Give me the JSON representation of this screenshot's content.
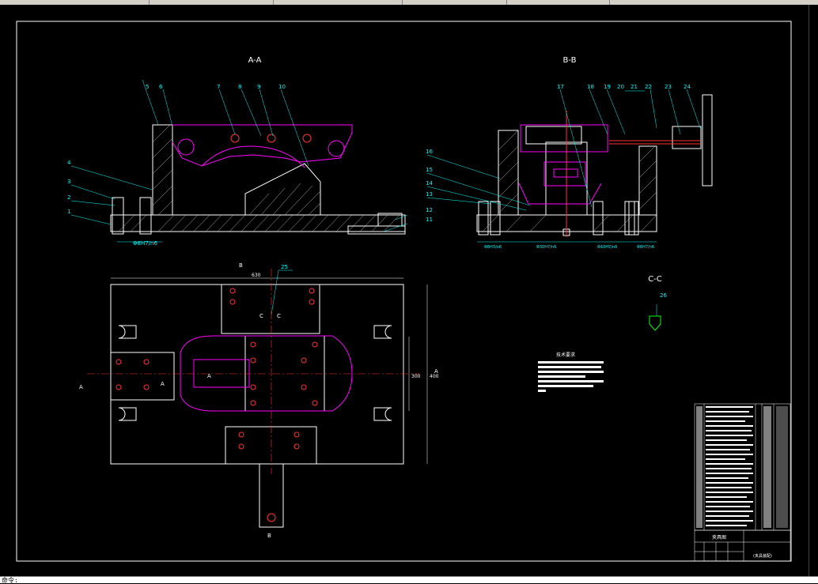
{
  "views": {
    "section_aa": "A-A",
    "section_bb": "B-B",
    "section_cc": "C-C"
  },
  "section_markers": {
    "b_top": "B",
    "b_bottom": "B",
    "a_left": "A",
    "a_right": "A",
    "c_left": "C",
    "c_right": "C",
    "a_small_1": "A",
    "a_small_2": "A"
  },
  "leaders_aa": [
    "5",
    "6",
    "7",
    "8",
    "9",
    "10",
    "4",
    "3",
    "2",
    "1",
    "12",
    "11"
  ],
  "leaders_bb": [
    "17",
    "18",
    "19",
    "20",
    "21",
    "22",
    "23",
    "24",
    "16",
    "15",
    "14",
    "13"
  ],
  "leader_25": "25",
  "leader_26": "26",
  "dims": {
    "aa_bottom": "Φ8H7/n6",
    "bb_1": "Φ8H7/n6",
    "bb_2": "Φ30H7/n6",
    "bb_3": "Φ10H7/n6",
    "bb_4": "Φ8H7/n6",
    "plan_width": "630",
    "plan_height_inner": "300",
    "plan_height_outer": "400"
  },
  "tech_requirements_title": "技术要求",
  "title_block": {
    "drawing_name": "夹具图",
    "note": "(夹具装配)"
  },
  "cmdline_text": "命令:"
}
